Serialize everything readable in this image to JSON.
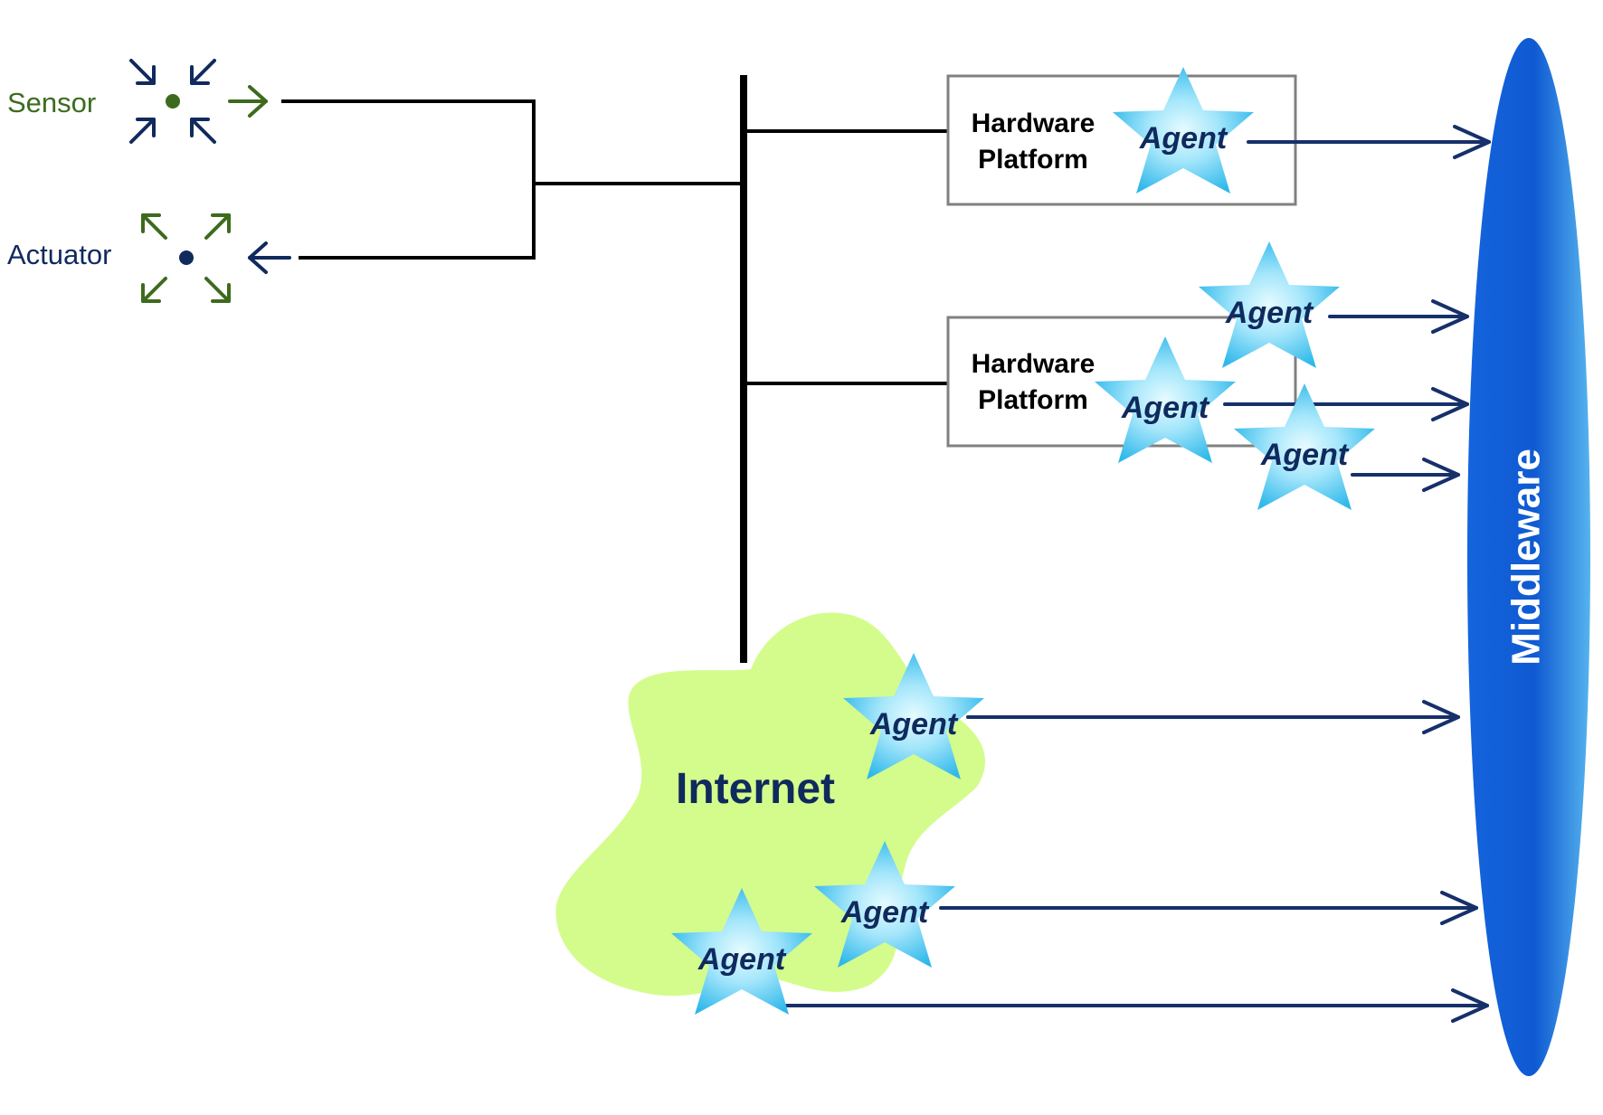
{
  "labels": {
    "sensor": "Sensor",
    "actuator": "Actuator",
    "internet": "Internet",
    "middleware": "Middleware"
  },
  "hardware_platforms": [
    {
      "line1": "Hardware",
      "line2": "Platform"
    },
    {
      "line1": "Hardware",
      "line2": "Platform"
    }
  ],
  "agents": [
    {
      "label": "Agent"
    },
    {
      "label": "Agent"
    },
    {
      "label": "Agent"
    },
    {
      "label": "Agent"
    },
    {
      "label": "Agent"
    },
    {
      "label": "Agent"
    },
    {
      "label": "Agent"
    }
  ],
  "colors": {
    "sensor_green": "#3d6b1e",
    "actuator_navy": "#102a5e",
    "arrow_navy": "#16306a",
    "internet_fill": "#d4fc8c",
    "middleware_blue": "#1260d0",
    "agent_light": "#e6fbff",
    "agent_dark": "#2fb8ea"
  },
  "icons": {
    "sensor": "inward-arrows-icon",
    "actuator": "outward-arrows-icon",
    "agent": "star-icon"
  }
}
